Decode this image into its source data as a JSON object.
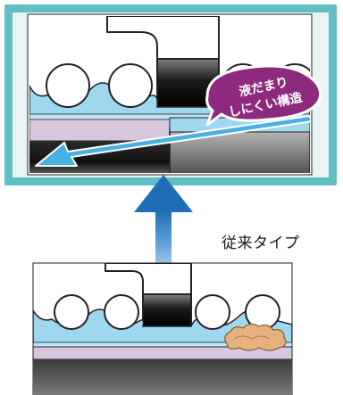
{
  "top_panel": {
    "badge_line1": "液だまり",
    "badge_line2": "しにくい構造"
  },
  "bottom_panel": {
    "caption": "従来タイプ"
  },
  "colors": {
    "frame_teal": "#5fbfc3",
    "frame_bg": "#e9f4f5",
    "liquid_blue": "#9fd8ee",
    "flow_arrow_blue": "#49b0e4",
    "arrow_dark_blue": "#1f6db5",
    "badge_purple": "#8e2a7e",
    "lavender_layer": "#d7c6de",
    "residue_orange": "#e7b07f"
  },
  "icons": [
    "up-arrow-icon",
    "flow-arrow-icon",
    "residue-icon"
  ]
}
